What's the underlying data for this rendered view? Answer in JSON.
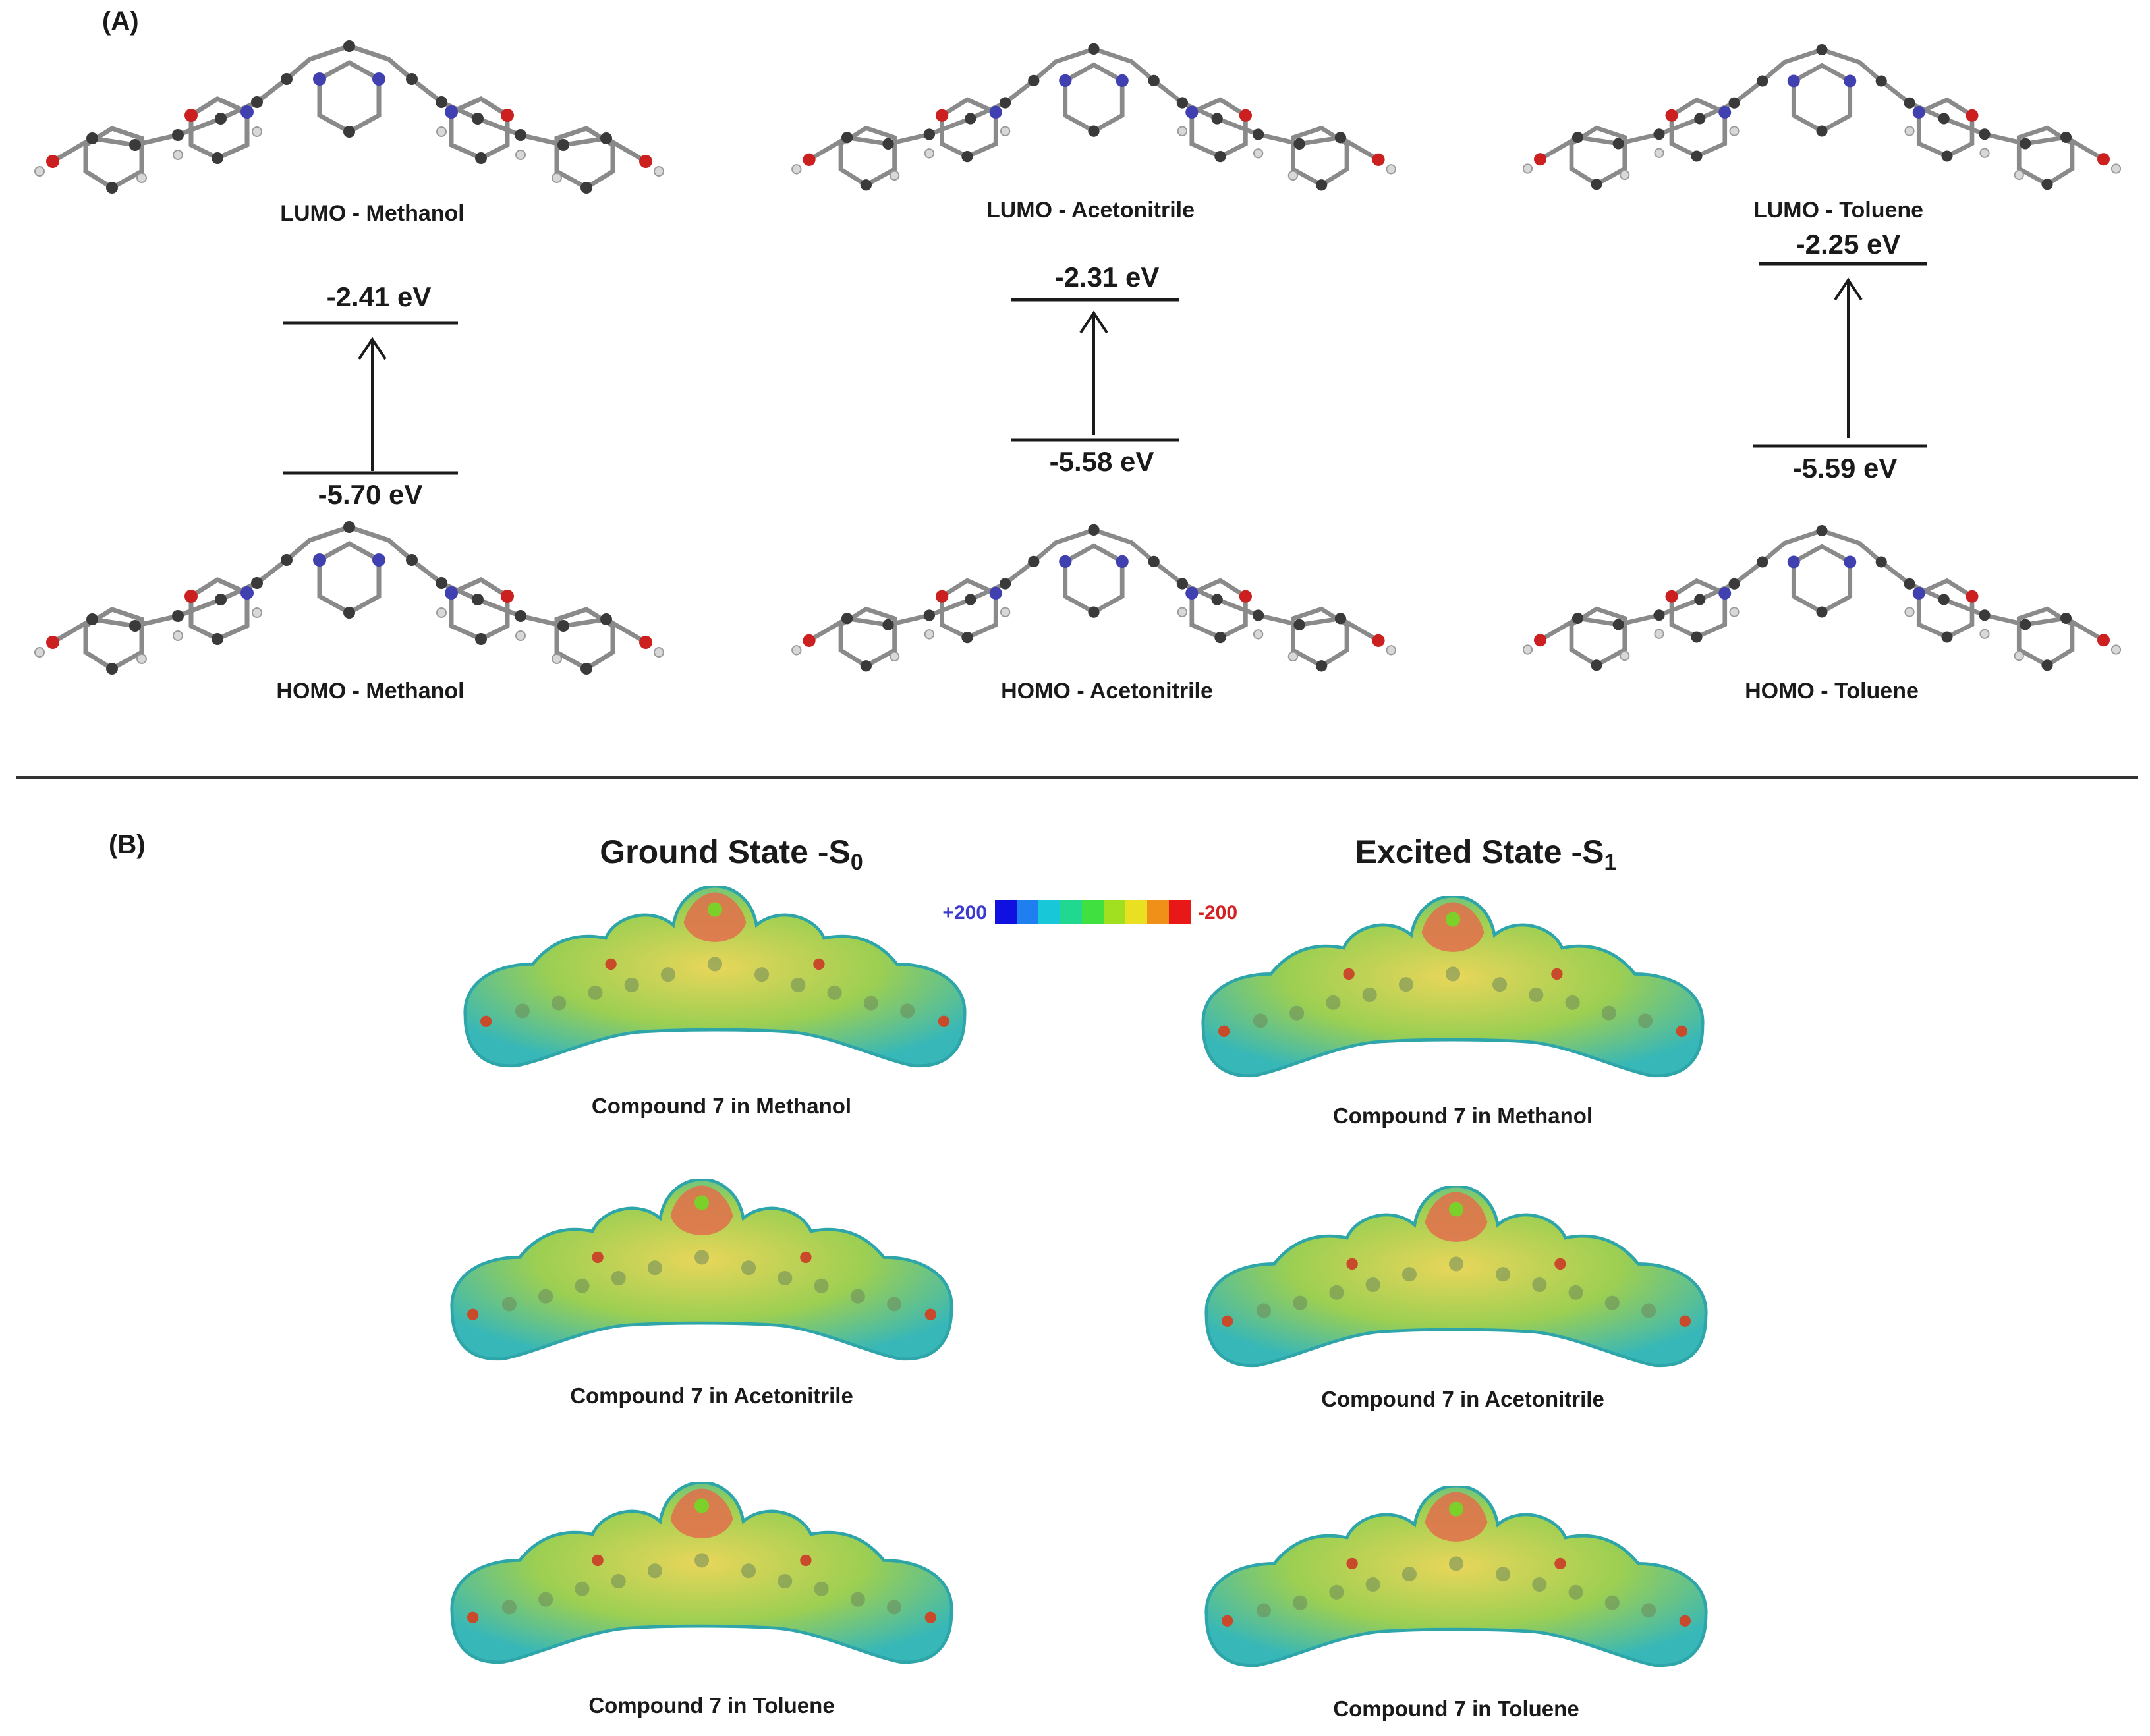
{
  "panel_a": {
    "label": "(A)",
    "columns": [
      {
        "lumo_label": "LUMO - Methanol",
        "lumo_energy": "-2.41 eV",
        "homo_energy": "-5.70 eV",
        "homo_label": "HOMO - Methanol"
      },
      {
        "lumo_label": "LUMO - Acetonitrile",
        "lumo_energy": "-2.31 eV",
        "homo_energy": "-5.58 eV",
        "homo_label": "HOMO - Acetonitrile"
      },
      {
        "lumo_label": "LUMO - Toluene",
        "lumo_energy": "-2.25 eV",
        "homo_energy": "-5.59 eV",
        "homo_label": "HOMO - Toluene"
      }
    ]
  },
  "panel_b": {
    "label": "(B)",
    "ground_header": "Ground State -S",
    "ground_sub": "0",
    "excited_header": "Excited State -S",
    "excited_sub": "1",
    "scale": {
      "pos_label": "+200",
      "neg_label": "-200",
      "colors": [
        "#1010e0",
        "#1f7ff0",
        "#18c8d8",
        "#20d890",
        "#40e040",
        "#a0e020",
        "#e8e020",
        "#f09018",
        "#e81818"
      ]
    },
    "ground_captions": [
      "Compound 7 in Methanol",
      "Compound 7 in Acetonitrile",
      "Compound 7 in Toluene"
    ],
    "excited_captions": [
      "Compound 7 in Methanol",
      "Compound 7 in Acetonitrile",
      "Compound 7 in Toluene"
    ]
  }
}
